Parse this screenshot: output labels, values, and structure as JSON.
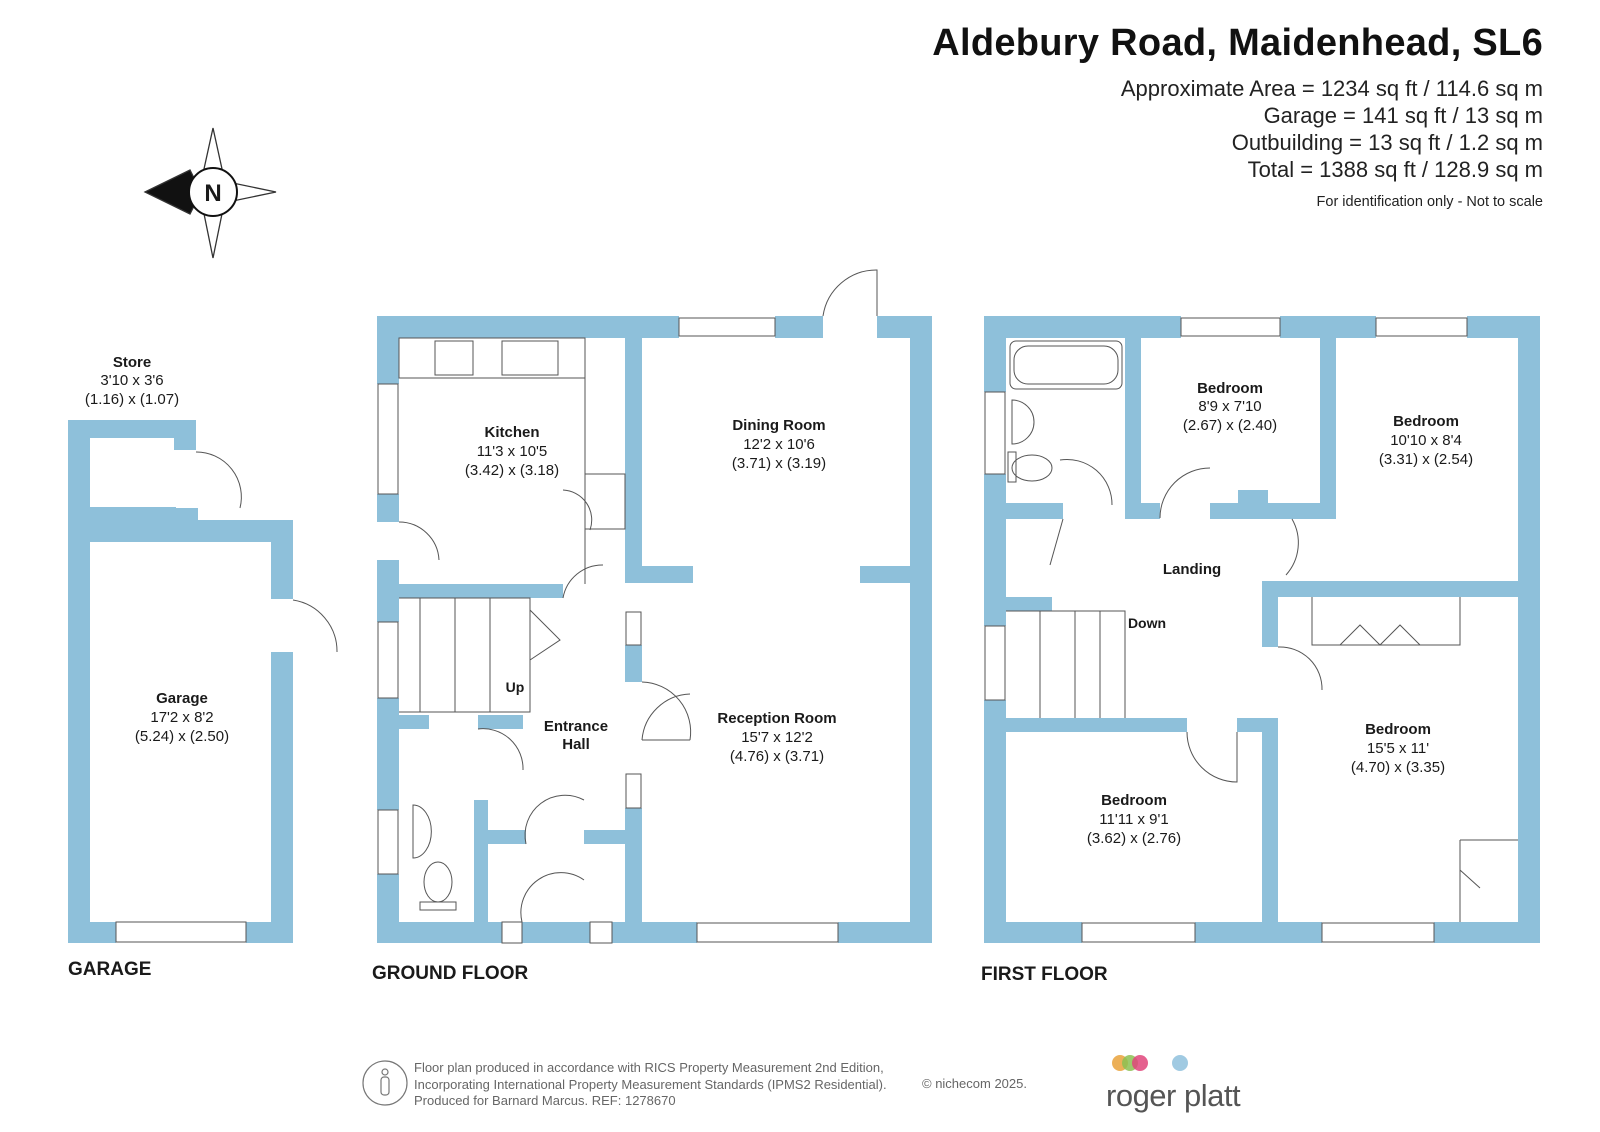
{
  "header": {
    "title": "Aldebury Road, Maidenhead, SL6",
    "area_lines": [
      "Approximate Area = 1234 sq ft / 114.6 sq m",
      "Garage = 141 sq ft / 13 sq m",
      "Outbuilding = 13 sq ft / 1.2 sq m",
      "Total = 1388 sq ft / 128.9 sq m"
    ],
    "disclaimer": "For identification only - Not to scale"
  },
  "compass": {
    "letter": "N",
    "icon": "compass-icon"
  },
  "floors": {
    "garage": "GARAGE",
    "ground": "GROUND FLOOR",
    "first": "FIRST FLOOR"
  },
  "rooms": {
    "store": {
      "name": "Store",
      "dim_ft": "3'10 x 3'6",
      "dim_m": "(1.16) x (1.07)"
    },
    "garage": {
      "name": "Garage",
      "dim_ft": "17'2 x 8'2",
      "dim_m": "(5.24) x (2.50)"
    },
    "kitchen": {
      "name": "Kitchen",
      "dim_ft": "11'3 x 10'5",
      "dim_m": "(3.42) x (3.18)"
    },
    "dining": {
      "name": "Dining Room",
      "dim_ft": "12'2 x 10'6",
      "dim_m": "(3.71) x (3.19)"
    },
    "reception": {
      "name": "Reception Room",
      "dim_ft": "15'7 x 12'2",
      "dim_m": "(4.76) x (3.71)"
    },
    "hall": {
      "name_line1": "Entrance",
      "name_line2": "Hall"
    },
    "stairs_up": "Up",
    "bed1": {
      "name": "Bedroom",
      "dim_ft": "8'9 x 7'10",
      "dim_m": "(2.67) x (2.40)"
    },
    "bed2": {
      "name": "Bedroom",
      "dim_ft": "10'10 x 8'4",
      "dim_m": "(3.31) x (2.54)"
    },
    "landing": {
      "name": "Landing"
    },
    "stairs_down": "Down",
    "bed3": {
      "name": "Bedroom",
      "dim_ft": "15'5 x 11'",
      "dim_m": "(4.70) x (3.35)"
    },
    "bed4": {
      "name": "Bedroom",
      "dim_ft": "11'11 x 9'1",
      "dim_m": "(3.62) x (2.76)"
    }
  },
  "footer": {
    "line1": "Floor plan produced in accordance with RICS Property Measurement 2nd Edition,",
    "line2": "Incorporating International Property Measurement Standards (IPMS2 Residential).",
    "line3": "Produced for Barnard Marcus.   REF:  1278670",
    "copyright": "© nichecom 2025.",
    "brand": "roger platt",
    "brand_colors": [
      "#e9a23b",
      "#8cc152",
      "#e0457b",
      "#8fc1dd"
    ]
  },
  "colors": {
    "wall": "#8ec0da"
  }
}
